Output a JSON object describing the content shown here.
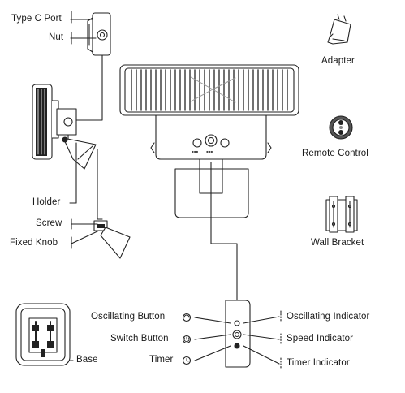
{
  "labels": {
    "type_c_port": "Type C Port",
    "nut": "Nut",
    "holder": "Holder",
    "screw": "Screw",
    "fixed_knob": "Fixed Knob",
    "adapter": "Adapter",
    "remote_control": "Remote Control",
    "wall_bracket": "Wall Bracket",
    "base": "Base",
    "oscillating_button": "Oscillating Button",
    "switch_button": "Switch Button",
    "timer": "Timer",
    "oscillating_indicator": "Oscillating Indicator",
    "speed_indicator": "Speed Indicator",
    "timer_indicator": "Timer Indicator"
  }
}
